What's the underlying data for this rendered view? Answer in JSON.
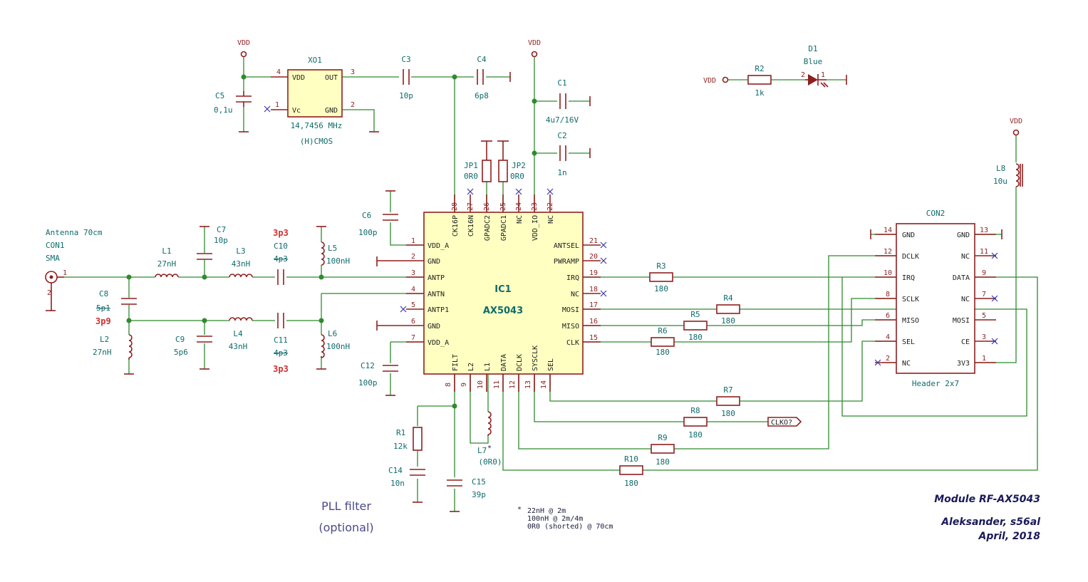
{
  "power": {
    "vdd": "VDD"
  },
  "xo1": {
    "ref": "XO1",
    "pin_vdd": "VDD",
    "pin_out": "OUT",
    "pin_vc": "Vc",
    "pin_gnd": "GND",
    "freq": "14,7456 MHz",
    "type": "(H)CMOS",
    "n4": "4",
    "n3": "3",
    "n1": "1",
    "n2": "2"
  },
  "caps": {
    "c1": {
      "ref": "C1",
      "val": "4u7/16V"
    },
    "c2": {
      "ref": "C2",
      "val": "1n"
    },
    "c3": {
      "ref": "C3",
      "val": "10p"
    },
    "c4": {
      "ref": "C4",
      "val": "6p8"
    },
    "c5": {
      "ref": "C5",
      "val": "0,1u"
    },
    "c6": {
      "ref": "C6",
      "val": "100p"
    },
    "c7": {
      "ref": "C7",
      "val": "10p"
    },
    "c8": {
      "ref": "C8",
      "val_old": "5p1",
      "val_new": "3p9"
    },
    "c9": {
      "ref": "C9",
      "val": "5p6"
    },
    "c10": {
      "ref": "C10",
      "val_old": "4p3",
      "val_new": "3p3"
    },
    "c11": {
      "ref": "C11",
      "val_old": "4p3",
      "val_new": "3p3"
    },
    "c12": {
      "ref": "C12",
      "val": "100p"
    },
    "c14": {
      "ref": "C14",
      "val": "10n"
    },
    "c15": {
      "ref": "C15",
      "val": "39p"
    }
  },
  "inductors": {
    "l1": {
      "ref": "L1",
      "val": "27nH"
    },
    "l2": {
      "ref": "L2",
      "val": "27nH"
    },
    "l3": {
      "ref": "L3",
      "val": "43nH"
    },
    "l4": {
      "ref": "L4",
      "val": "43nH"
    },
    "l5": {
      "ref": "L5",
      "val": "100nH"
    },
    "l6": {
      "ref": "L6",
      "val": "100nH"
    },
    "l7": {
      "ref": "L7",
      "star": "*",
      "val": "(0R0)"
    },
    "l8": {
      "ref": "L8",
      "val": "10u"
    }
  },
  "jumpers": {
    "jp1": {
      "ref": "JP1",
      "val": "0R0"
    },
    "jp2": {
      "ref": "JP2",
      "val": "0R0"
    }
  },
  "resistors": {
    "r1": {
      "ref": "R1",
      "val": "12k"
    },
    "r2": {
      "ref": "R2",
      "val": "1k"
    },
    "r3": {
      "ref": "R3",
      "val": "180"
    },
    "r4": {
      "ref": "R4",
      "val": "180"
    },
    "r5": {
      "ref": "R5",
      "val": "180"
    },
    "r6": {
      "ref": "R6",
      "val": "180"
    },
    "r7": {
      "ref": "R7",
      "val": "180"
    },
    "r8": {
      "ref": "R8",
      "val": "180"
    },
    "r9": {
      "ref": "R9",
      "val": "180"
    },
    "r10": {
      "ref": "R10",
      "val": "180"
    }
  },
  "led": {
    "ref": "D1",
    "val": "Blue",
    "p2": "2",
    "p1": "1"
  },
  "antenna": {
    "title": "Antenna 70cm",
    "ref": "CON1",
    "type": "SMA",
    "p1": "1",
    "p2": "2"
  },
  "ic1": {
    "ref": "IC1",
    "part": "AX5043",
    "top": [
      {
        "num": "28",
        "name": "CK16P"
      },
      {
        "num": "27",
        "name": "CK16N"
      },
      {
        "num": "26",
        "name": "GPADC2"
      },
      {
        "num": "25",
        "name": "GPADC1"
      },
      {
        "num": "24",
        "name": "NC"
      },
      {
        "num": "23",
        "name": "VDD_IO"
      },
      {
        "num": "22",
        "name": "NC"
      }
    ],
    "left": [
      {
        "num": "1",
        "name": "VDD_A"
      },
      {
        "num": "2",
        "name": "GND"
      },
      {
        "num": "3",
        "name": "ANTP"
      },
      {
        "num": "4",
        "name": "ANTN"
      },
      {
        "num": "5",
        "name": "ANTP1"
      },
      {
        "num": "6",
        "name": "GND"
      },
      {
        "num": "7",
        "name": "VDD_A"
      }
    ],
    "right": [
      {
        "num": "21",
        "name": "ANTSEL"
      },
      {
        "num": "20",
        "name": "PWRAMP"
      },
      {
        "num": "19",
        "name": "IRQ"
      },
      {
        "num": "18",
        "name": "NC"
      },
      {
        "num": "17",
        "name": "MOSI"
      },
      {
        "num": "16",
        "name": "MISO"
      },
      {
        "num": "15",
        "name": "CLK"
      }
    ],
    "bottom": [
      {
        "num": "8",
        "name": "FILT"
      },
      {
        "num": "9",
        "name": "L2"
      },
      {
        "num": "10",
        "name": "L1"
      },
      {
        "num": "11",
        "name": "DATA"
      },
      {
        "num": "12",
        "name": "DCLK"
      },
      {
        "num": "13",
        "name": "SYSCLK"
      },
      {
        "num": "14",
        "name": "SEL"
      }
    ]
  },
  "con2": {
    "ref": "CON2",
    "type": "Header 2x7",
    "left": [
      {
        "num": "14",
        "name": "GND"
      },
      {
        "num": "12",
        "name": "DCLK"
      },
      {
        "num": "10",
        "name": "IRQ"
      },
      {
        "num": "8",
        "name": "SCLK"
      },
      {
        "num": "6",
        "name": "MISO"
      },
      {
        "num": "4",
        "name": "SEL"
      },
      {
        "num": "2",
        "name": "NC"
      }
    ],
    "right": [
      {
        "num": "13",
        "name": "GND"
      },
      {
        "num": "11",
        "name": "NC"
      },
      {
        "num": "9",
        "name": "DATA"
      },
      {
        "num": "7",
        "name": "NC"
      },
      {
        "num": "5",
        "name": "MOSI"
      },
      {
        "num": "3",
        "name": "CE"
      },
      {
        "num": "1",
        "name": "3V3"
      }
    ]
  },
  "clko_label": "CLKO?",
  "notes": {
    "pll1": "PLL filter",
    "pll2": "(optional)",
    "star": "*",
    "fn1": "22nH @ 2m",
    "fn2": "100nH @ 2m/4m",
    "fn3": "0R0 (shorted) @ 70cm"
  },
  "titleblock": {
    "l1": "Module RF-AX5043",
    "l2": "Aleksander, s56al",
    "l3": "April, 2018"
  }
}
